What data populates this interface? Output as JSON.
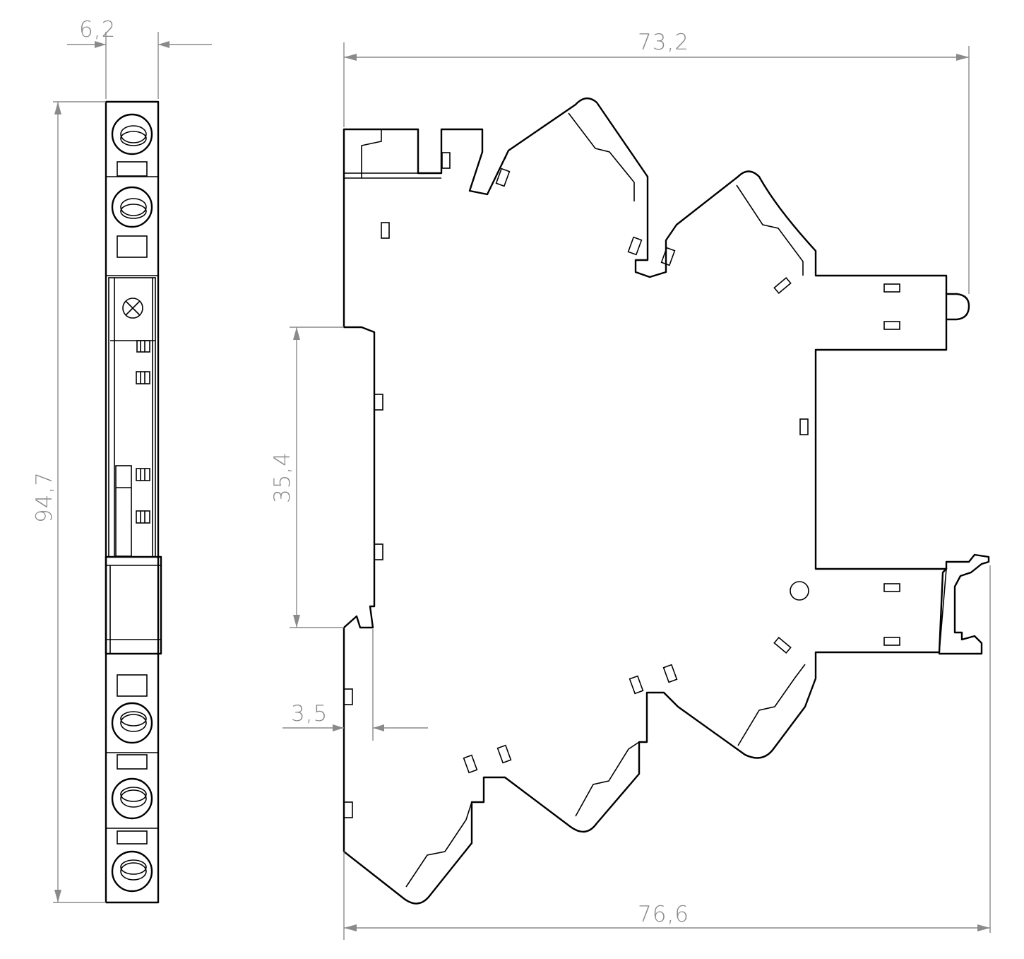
{
  "dimensions": {
    "side_width": "6,2",
    "side_height": "94,7",
    "top_width": "73,2",
    "rail_height": "35,4",
    "rail_depth": "3,5",
    "bottom_width": "76,6"
  },
  "colors": {
    "outline": "#000000",
    "dimension": "#8a8a8a",
    "background": "#ffffff"
  }
}
